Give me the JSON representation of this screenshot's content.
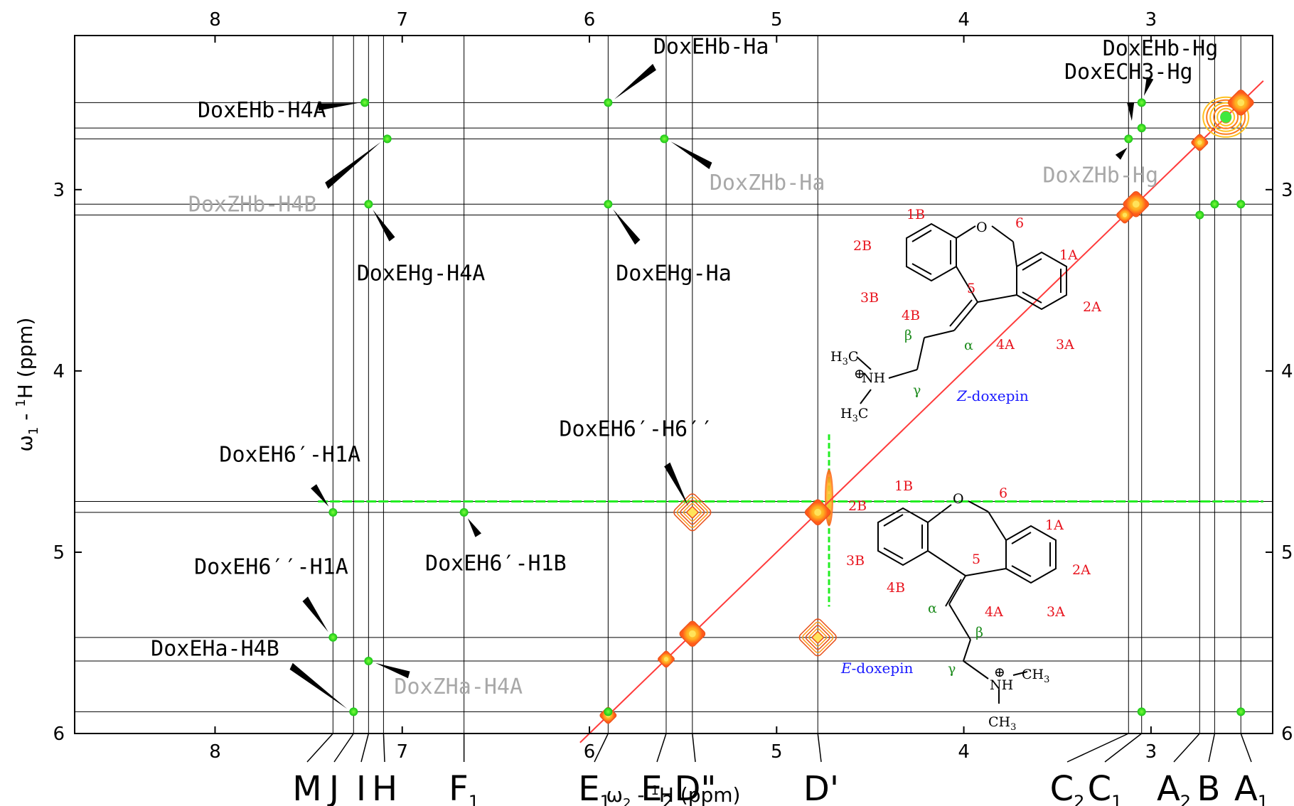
{
  "chart_data": {
    "type": "scatter",
    "subtype": "2D NMR correlation spectrum",
    "xlabel": {
      "main": "ω",
      "sub": "2",
      "rest": " - ",
      "sup": "1",
      "tail": "H  (ppm)"
    },
    "ylabel": {
      "main": "ω",
      "sub": "1",
      "rest": " - ",
      "sup": "1",
      "tail": "H  (ppm)"
    },
    "xlim": [
      8.75,
      2.35
    ],
    "ylim": [
      2.15,
      6.0
    ],
    "x_reversed": true,
    "y_reversed": true,
    "grid": false,
    "x_ticks": [
      "8",
      "7",
      "6",
      "5",
      "4",
      "3"
    ],
    "y_ticks": [
      "3",
      "4",
      "5",
      "6"
    ],
    "diagonal": {
      "from": [
        6.05,
        6.05
      ],
      "to": [
        2.4,
        2.4
      ],
      "color": "#ff3b3b"
    },
    "vertical_guides": [
      {
        "x": 7.37,
        "label": "M",
        "sub": ""
      },
      {
        "x": 7.26,
        "label": "J",
        "sub": ""
      },
      {
        "x": 7.18,
        "label": "I",
        "sub": ""
      },
      {
        "x": 7.1,
        "label": "H",
        "sub": ""
      },
      {
        "x": 6.67,
        "label": "F",
        "sub": "1"
      },
      {
        "x": 5.9,
        "label": "E",
        "sub": "1"
      },
      {
        "x": 5.59,
        "label": "E",
        "sub": "2"
      },
      {
        "x": 5.45,
        "label": "D\"",
        "sub": ""
      },
      {
        "x": 4.78,
        "label": "D'",
        "sub": ""
      },
      {
        "x": 3.12,
        "label": "C",
        "sub": "2"
      },
      {
        "x": 3.05,
        "label": "C",
        "sub": "1"
      },
      {
        "x": 2.74,
        "label": "A",
        "sub": "2"
      },
      {
        "x": 2.66,
        "label": "B",
        "sub": ""
      },
      {
        "x": 2.52,
        "label": "A",
        "sub": "1"
      }
    ],
    "horizontal_guides": [
      2.52,
      2.66,
      2.72,
      3.08,
      3.14,
      4.72,
      4.78,
      5.47,
      5.6,
      5.88
    ],
    "diagonal_peaks": [
      {
        "x": 2.6,
        "y": 2.6,
        "size": "large"
      },
      {
        "x": 2.52,
        "y": 2.52,
        "size": "medium"
      },
      {
        "x": 2.74,
        "y": 2.74,
        "size": "small"
      },
      {
        "x": 3.08,
        "y": 3.08,
        "size": "medium"
      },
      {
        "x": 3.14,
        "y": 3.14,
        "size": "small"
      },
      {
        "x": 4.78,
        "y": 4.78,
        "size": "medium"
      },
      {
        "x": 5.45,
        "y": 5.45,
        "size": "medium"
      },
      {
        "x": 5.59,
        "y": 5.59,
        "size": "small"
      },
      {
        "x": 5.9,
        "y": 5.9,
        "size": "small"
      }
    ],
    "offdiagonal_peaks": [
      {
        "x": 4.78,
        "y": 5.47,
        "type": "contour"
      },
      {
        "x": 5.45,
        "y": 4.78,
        "type": "contour"
      },
      {
        "x": 7.2,
        "y": 2.52,
        "type": "cross"
      },
      {
        "x": 7.08,
        "y": 2.72,
        "type": "cross"
      },
      {
        "x": 7.18,
        "y": 3.08,
        "type": "cross"
      },
      {
        "x": 5.9,
        "y": 2.52,
        "type": "cross"
      },
      {
        "x": 5.6,
        "y": 2.72,
        "type": "cross"
      },
      {
        "x": 5.9,
        "y": 3.08,
        "type": "cross"
      },
      {
        "x": 3.05,
        "y": 2.52,
        "type": "cross"
      },
      {
        "x": 3.05,
        "y": 2.66,
        "type": "cross"
      },
      {
        "x": 3.12,
        "y": 2.72,
        "type": "cross"
      },
      {
        "x": 2.52,
        "y": 3.08,
        "type": "cross"
      },
      {
        "x": 2.66,
        "y": 3.08,
        "type": "cross"
      },
      {
        "x": 2.74,
        "y": 3.14,
        "type": "cross"
      },
      {
        "x": 7.37,
        "y": 4.78,
        "type": "cross"
      },
      {
        "x": 6.67,
        "y": 4.78,
        "type": "cross"
      },
      {
        "x": 7.37,
        "y": 5.47,
        "type": "cross"
      },
      {
        "x": 7.26,
        "y": 5.88,
        "type": "cross"
      },
      {
        "x": 7.18,
        "y": 5.6,
        "type": "cross"
      },
      {
        "x": 5.9,
        "y": 5.88,
        "type": "cross"
      },
      {
        "x": 3.05,
        "y": 5.88,
        "type": "cross"
      },
      {
        "x": 2.52,
        "y": 5.88,
        "type": "cross"
      }
    ],
    "annotations": [
      {
        "text": "DoxEHb-Ha",
        "color": "#000000",
        "tx": 5.35,
        "ty": 2.25,
        "px": 5.9,
        "py": 2.52
      },
      {
        "text": "DoxEHb-H4A",
        "color": "#000000",
        "tx": 7.75,
        "ty": 2.6,
        "px": 7.2,
        "py": 2.52
      },
      {
        "text": "DoxEHb-Hg",
        "color": "#000000",
        "tx": 2.95,
        "ty": 2.26,
        "px": 3.05,
        "py": 2.52
      },
      {
        "text": "DoxECH3-Hg",
        "color": "#000000",
        "tx": 3.12,
        "ty": 2.39,
        "px": 3.1,
        "py": 2.66
      },
      {
        "text": "DoxZHb-Hg",
        "color": "#a8a8a8",
        "tx": 3.27,
        "ty": 2.96,
        "px": 3.1,
        "py": 2.74
      },
      {
        "text": "DoxZHb-Ha",
        "color": "#a8a8a8",
        "tx": 5.05,
        "ty": 3.0,
        "px": 5.6,
        "py": 2.72
      },
      {
        "text": "DoxZHb-H4B",
        "color": "#a8a8a8",
        "tx": 7.8,
        "ty": 3.12,
        "px": 7.08,
        "py": 2.72
      },
      {
        "text": "DoxEHg-H4A",
        "color": "#000000",
        "tx": 6.9,
        "ty": 3.5,
        "px": 7.18,
        "py": 3.08
      },
      {
        "text": "DoxEHg-Ha",
        "color": "#000000",
        "tx": 5.55,
        "ty": 3.5,
        "px": 5.9,
        "py": 3.08
      },
      {
        "text": "DoxEH6′-H1A",
        "color": "#000000",
        "tx": 7.6,
        "ty": 4.5,
        "px": 7.37,
        "py": 4.78
      },
      {
        "text": "DoxEH6′-H6′′",
        "color": "#000000",
        "tx": 5.75,
        "ty": 4.36,
        "px": 5.45,
        "py": 4.78
      },
      {
        "text": "DoxEH6′-H1B",
        "color": "#000000",
        "tx": 6.5,
        "ty": 5.1,
        "px": 6.67,
        "py": 4.78
      },
      {
        "text": "DoxEH6′′-H1A",
        "color": "#000000",
        "tx": 7.7,
        "ty": 5.12,
        "px": 7.37,
        "py": 5.47
      },
      {
        "text": "DoxEHa-H4B",
        "color": "#000000",
        "tx": 8.0,
        "ty": 5.57,
        "px": 7.26,
        "py": 5.88
      },
      {
        "text": "DoxZHa-H4A",
        "color": "#a8a8a8",
        "tx": 6.7,
        "ty": 5.78,
        "px": 7.18,
        "py": 5.6
      }
    ],
    "solvent_line": {
      "y": 4.72,
      "x_from": 7.45,
      "x_to": 2.4,
      "color": "#22ee22"
    }
  },
  "structures": [
    {
      "caption_italic": "Z",
      "caption_rest": "-doxepin",
      "atom_labels": [
        "1B",
        "2B",
        "3B",
        "4B",
        "6",
        "1A",
        "2A",
        "3A",
        "4A",
        "5"
      ],
      "chain_labels": [
        "α",
        "β",
        "γ"
      ],
      "group_labels": {
        "methyl_top": "H",
        "methyl_top_sub": "3",
        "methyl_top_tail": "C",
        "nh": "NH",
        "methyl_bot": "H",
        "methyl_bot_sub": "3",
        "methyl_bot_tail": "C",
        "oxygen": "O",
        "plus": "⊕"
      }
    },
    {
      "caption_italic": "E",
      "caption_rest": "-doxepin",
      "atom_labels": [
        "1B",
        "2B",
        "3B",
        "4B",
        "6",
        "1A",
        "2A",
        "3A",
        "4A",
        "5"
      ],
      "chain_labels": [
        "α",
        "β",
        "γ"
      ],
      "group_labels": {
        "methyl_top": "CH",
        "methyl_top_sub": "3",
        "nh": "NH",
        "methyl_bot": "CH",
        "methyl_bot_sub": "3",
        "oxygen": "O",
        "plus": "⊕"
      }
    }
  ]
}
